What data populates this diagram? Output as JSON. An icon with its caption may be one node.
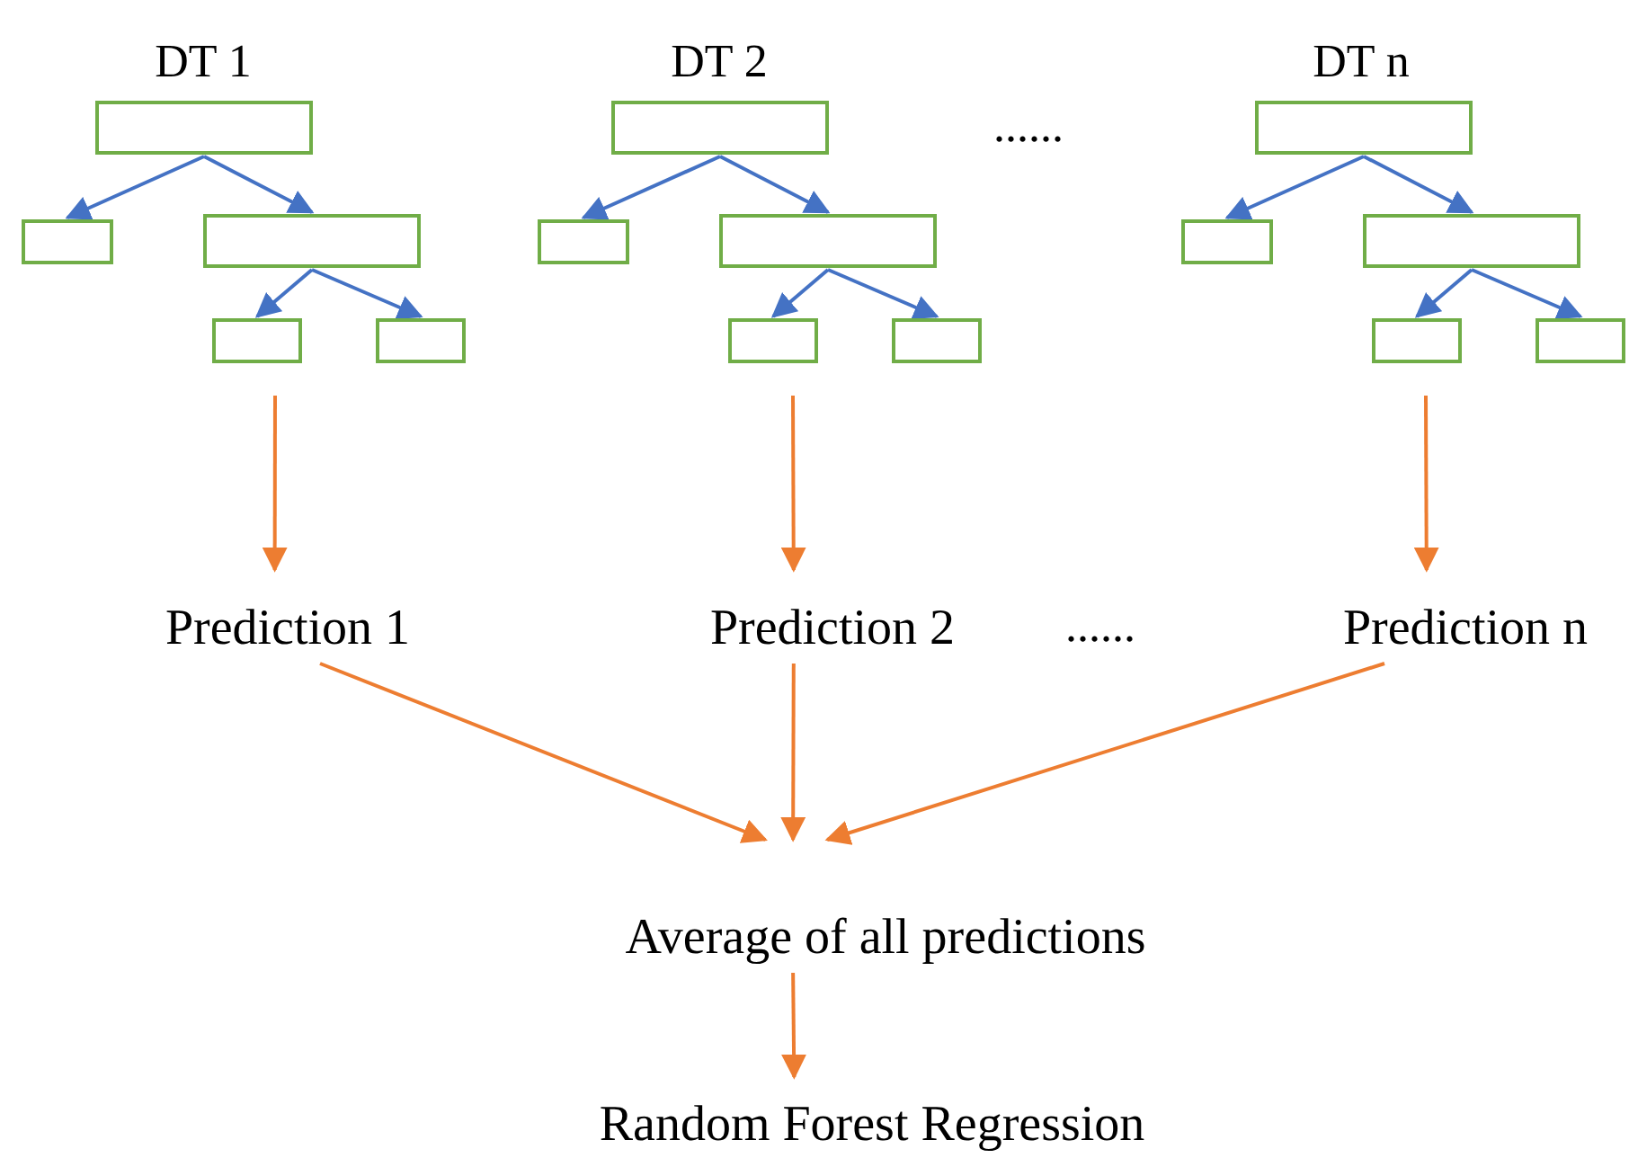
{
  "diagram": {
    "nodes": [
      {
        "text": [],
        "shape": "box"
      },
      {
        "text": [],
        "shape": "box"
      },
      {
        "text": [],
        "shape": "box"
      },
      {
        "text": [],
        "shape": "box"
      },
      {
        "text": [],
        "shape": "box"
      },
      {
        "text": [],
        "shape": "box"
      },
      {
        "text": [],
        "shape": "box"
      },
      {
        "text": [],
        "shape": "box"
      },
      {
        "text": [],
        "shape": "box"
      },
      {
        "text": [],
        "shape": "box"
      },
      {
        "text": [],
        "shape": "box"
      },
      {
        "text": [],
        "shape": "box"
      },
      {
        "text": [],
        "shape": "box"
      },
      {
        "text": [],
        "shape": "box"
      },
      {
        "text": [],
        "shape": "box"
      },
      {
        "text": [
          "Prediction 1"
        ]
      },
      {
        "text": [
          "Prediction 2"
        ]
      },
      {
        "text": [
          "Prediction n"
        ]
      },
      {
        "text": [
          "Average of all predictions"
        ]
      },
      {
        "text": [
          "Random Forest Regression"
        ]
      }
    ],
    "edges": [
      {
        "from": 0,
        "to": 1,
        "arrow": "to"
      },
      {
        "from": 0,
        "to": 2,
        "arrow": "to"
      },
      {
        "from": 2,
        "to": 3,
        "arrow": "to"
      },
      {
        "from": 2,
        "to": 4,
        "arrow": "to"
      },
      {
        "from": 5,
        "to": 6,
        "arrow": "to"
      },
      {
        "from": 5,
        "to": 7,
        "arrow": "to"
      },
      {
        "from": 7,
        "to": 8,
        "arrow": "to"
      },
      {
        "from": 7,
        "to": 9,
        "arrow": "to"
      },
      {
        "from": 10,
        "to": 11,
        "arrow": "to"
      },
      {
        "from": 10,
        "to": 12,
        "arrow": "to"
      },
      {
        "from": 12,
        "to": 13,
        "arrow": "to"
      },
      {
        "from": 12,
        "to": 14,
        "arrow": "to"
      },
      {
        "from": null,
        "to": 15,
        "arrow": "to",
        "color": "#ed7d31"
      },
      {
        "from": null,
        "to": 16,
        "arrow": "to",
        "color": "#ed7d31"
      },
      {
        "from": null,
        "to": 17,
        "arrow": "to",
        "color": "#ed7d31"
      },
      {
        "from": 15,
        "to": 18,
        "arrow": "to",
        "color": "#ed7d31"
      },
      {
        "from": 16,
        "to": 18,
        "arrow": "to",
        "color": "#ed7d31"
      },
      {
        "from": 17,
        "to": 18,
        "arrow": "to",
        "color": "#ed7d31"
      },
      {
        "from": 18,
        "to": 19,
        "arrow": "to",
        "color": "#ed7d31"
      }
    ],
    "labels": [
      "DT 1",
      "DT 2",
      "......",
      "DT n",
      "......"
    ]
  }
}
